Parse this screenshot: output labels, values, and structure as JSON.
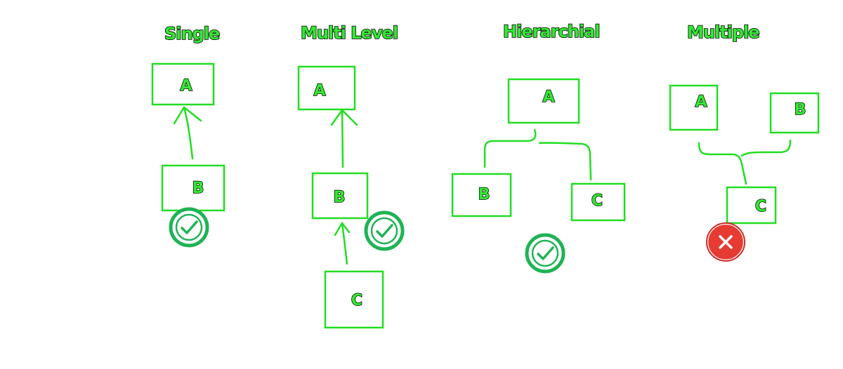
{
  "panels": [
    {
      "title": "Single",
      "status": "allowed",
      "nodes": [
        "A",
        "B"
      ]
    },
    {
      "title": "Multi Level",
      "status": "allowed",
      "nodes": [
        "A",
        "B",
        "C"
      ]
    },
    {
      "title": "Hierarchial",
      "status": "allowed",
      "nodes": [
        "A",
        "B",
        "C"
      ]
    },
    {
      "title": "Multiple",
      "status": "not-allowed",
      "nodes": [
        "A",
        "B",
        "C"
      ]
    }
  ],
  "colors": {
    "box": "#22dd22",
    "label_fill": "#33e833",
    "label_outline": "#000000",
    "check": "#1fb355",
    "cross": "#e63b33"
  },
  "icons": {
    "allowed": "check-circle-icon",
    "not_allowed": "cross-circle-icon"
  }
}
